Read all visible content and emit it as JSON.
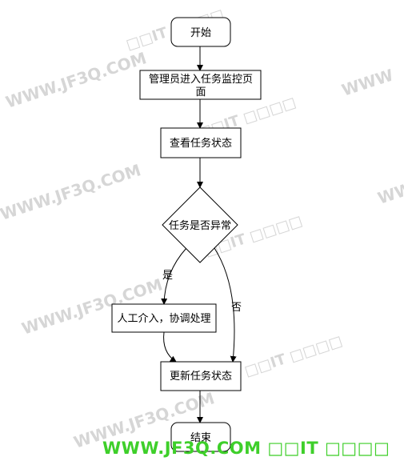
{
  "watermark": {
    "text": "WWW.JF3Q.COM",
    "suffix": "□□IT □□□□",
    "partial": "WWW"
  },
  "footer": {
    "text": "WWW.JF3Q.COM □□IT □□□□",
    "color": "#3ecf2a"
  },
  "nodes": {
    "start": "开始",
    "enter_line1": "管理员进入任务监控页",
    "enter_line2": "面",
    "check": "查看任务状态",
    "decision": "任务是否异常",
    "manual": "人工介入，协调处理",
    "update": "更新任务状态",
    "end": "结束"
  },
  "edges": {
    "yes": "是",
    "no": "否"
  }
}
